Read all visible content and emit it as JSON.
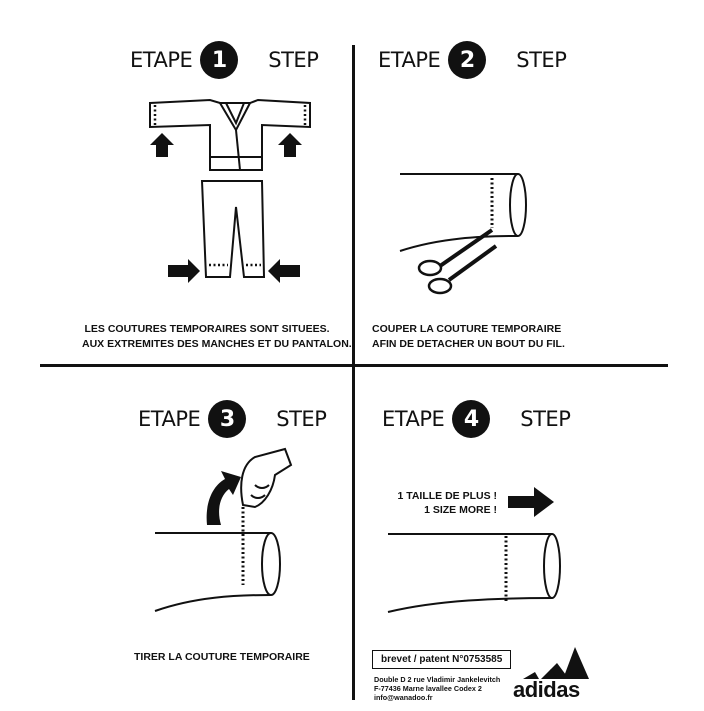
{
  "steps": [
    {
      "etape": "ETAPE",
      "number": "1",
      "step": "STEP",
      "caption": [
        "LES COUTURES TEMPORAIRES SONT SITUEES.",
        "AUX EXTREMITES DES MANCHES ET DU PANTALON."
      ]
    },
    {
      "etape": "ETAPE",
      "number": "2",
      "step": "STEP",
      "caption": [
        "COUPER LA COUTURE TEMPORAIRE",
        "AFIN DE DETACHER UN BOUT DU FIL."
      ]
    },
    {
      "etape": "ETAPE",
      "number": "3",
      "step": "STEP",
      "caption": [
        "TIRER LA COUTURE TEMPORAIRE"
      ]
    },
    {
      "etape": "ETAPE",
      "number": "4",
      "step": "STEP",
      "size_more": [
        "1 TAILLE DE PLUS !",
        "1 SIZE MORE !"
      ]
    }
  ],
  "footer": {
    "patent": "brevet / patent N°0753585",
    "address": [
      "Double D 2 rue Vladimir Jankelevitch",
      "F-77436 Marne lavallee Codex 2",
      "info@wanadoo.fr"
    ],
    "brand": "adidas"
  },
  "colors": {
    "ink": "#111111",
    "paper": "#ffffff"
  }
}
